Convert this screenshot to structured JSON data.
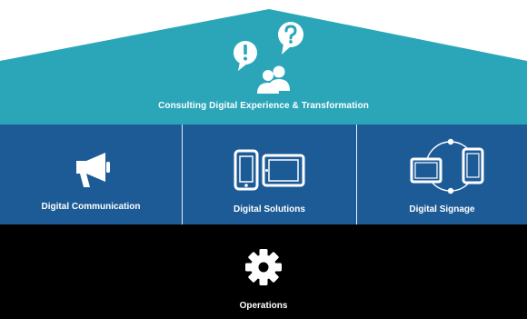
{
  "roof": {
    "label": "Consulting Digital Experience & Transformation",
    "icon": "consulting-chat-icon",
    "color": "#2ba6b9"
  },
  "pillars": [
    {
      "label": "Digital Communication",
      "icon": "megaphone-icon"
    },
    {
      "label": "Digital Solutions",
      "icon": "phone-tablet-icon"
    },
    {
      "label": "Digital Signage",
      "icon": "signage-screens-icon"
    }
  ],
  "pillars_color": "#1d5b97",
  "base": {
    "label": "Operations",
    "icon": "gear-icon",
    "color": "#000000"
  }
}
